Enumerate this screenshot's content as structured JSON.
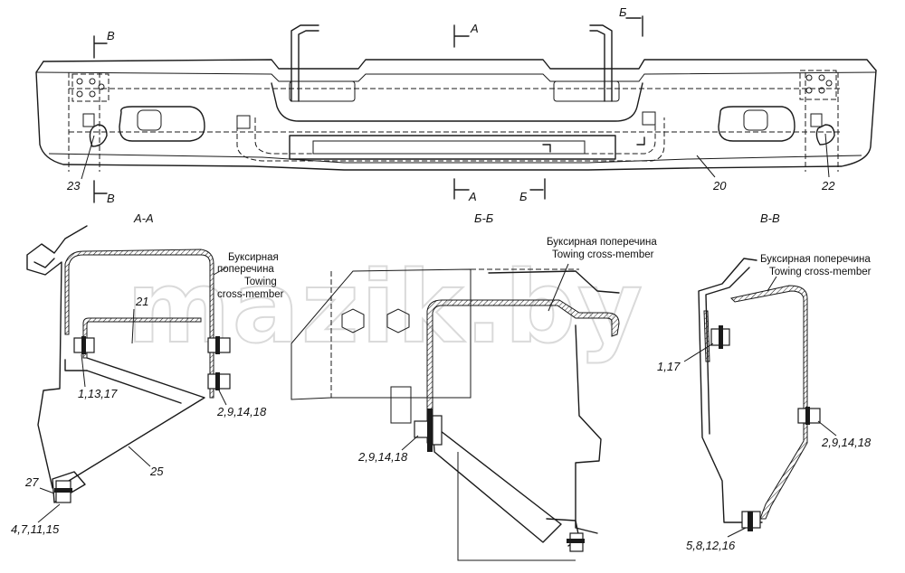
{
  "watermark": "mazik.by",
  "top_view": {
    "section_marks": {
      "v": "В",
      "a": "А",
      "b": "Б"
    },
    "callouts": {
      "c23": "23",
      "c20": "20",
      "c22": "22"
    }
  },
  "section_aa": {
    "title": "А-А",
    "label_ru_1": "Буксирная",
    "label_ru_2": "поперечина",
    "label_en_1": "Towing",
    "label_en_2": "cross-member",
    "callouts": {
      "c21": "21",
      "c1_13_17": "1,13,17",
      "c2_9_14_18": "2,9,14,18",
      "c25": "25",
      "c27": "27",
      "c4_7_11_15": "4,7,11,15"
    }
  },
  "section_bb": {
    "title": "Б-Б",
    "label_ru": "Буксирная поперечина",
    "label_en": "Towing cross-member",
    "callouts": {
      "c2_9_14_18": "2,9,14,18"
    }
  },
  "section_vv": {
    "title": "В-В",
    "label_ru": "Буксирная поперечина",
    "label_en": "Towing cross-member",
    "callouts": {
      "c1_17": "1,17",
      "c2_9_14_18": "2,9,14,18",
      "c5_8_12_16": "5,8,12,16"
    }
  }
}
